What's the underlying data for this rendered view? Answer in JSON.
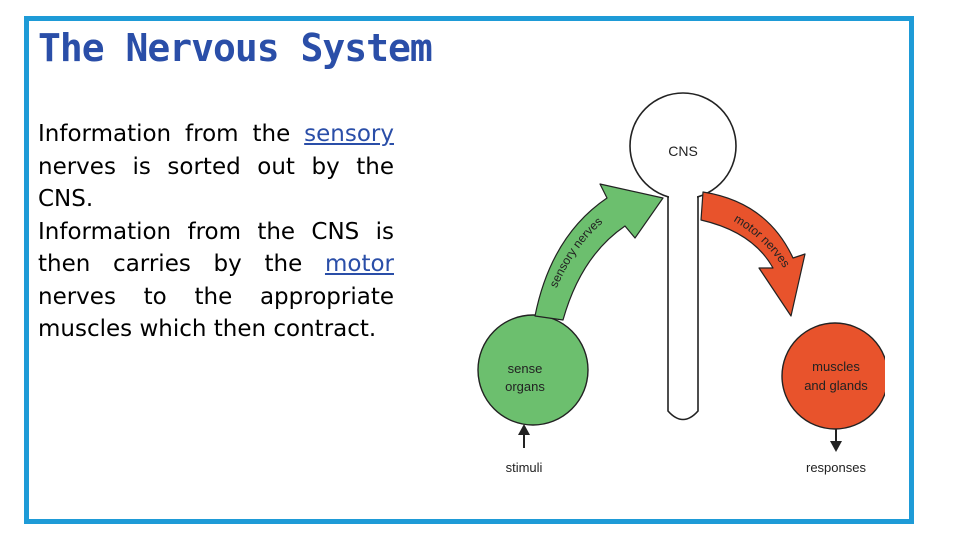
{
  "title": "The Nervous System",
  "paragraph1": {
    "before": "Information from the ",
    "keyword": "sensory",
    "after": " nerves is sorted out by the CNS."
  },
  "paragraph2": {
    "before": "Information from the CNS is then carries by the ",
    "keyword": "motor",
    "after": " nerves to the appropriate muscles which then contract."
  },
  "diagram": {
    "cns_label": "CNS",
    "sense_label_1": "sense",
    "sense_label_2": "organs",
    "muscles_label_1": "muscles",
    "muscles_label_2": "and glands",
    "sensory_arrow_label": "sensory nerves",
    "motor_arrow_label": "motor nerves",
    "stimuli_label": "stimuli",
    "responses_label": "responses",
    "colors": {
      "sense_fill": "#6cbf6e",
      "muscles_fill": "#e8532c",
      "sensory_arrow": "#6cbf6e",
      "motor_arrow": "#e8532c",
      "outline": "#222222"
    }
  },
  "colors": {
    "frame_border": "#1e9bd7",
    "title": "#2a4ea8",
    "keyword": "#2a4ea8"
  }
}
